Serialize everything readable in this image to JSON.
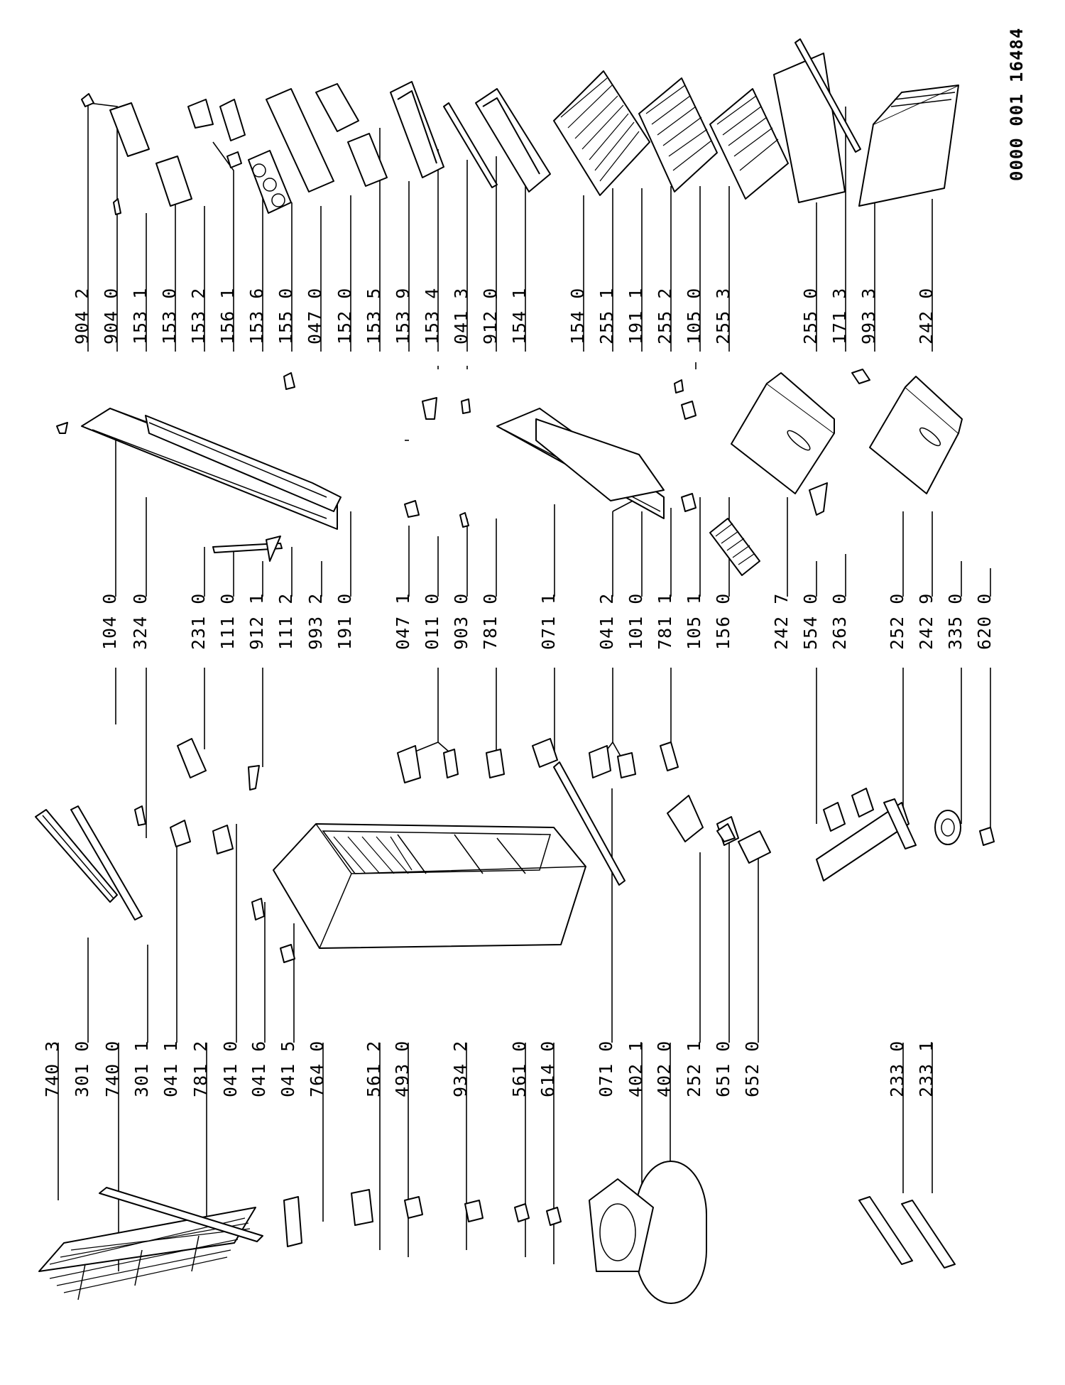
{
  "document_id": "0000 001 16484",
  "label_columns": [
    [
      "740 3",
      "301 0",
      "740 0",
      "301 1",
      "041 1",
      "781 2",
      "041 0",
      "041 6",
      "041 5",
      "764 0",
      "561 2",
      "493 0",
      "934 2",
      "561 0",
      "614 0",
      "071 0",
      "402 1",
      "402 0",
      "252 1",
      "651 0",
      "652 0",
      "233 0",
      "233 1"
    ],
    [
      "104 0",
      "324 0",
      "231 0",
      "111 0",
      "912 1",
      "111 2",
      "993 2",
      "191 0",
      "047 1",
      "011 0",
      "903 0",
      "781 0",
      "071 1",
      "041 2",
      "101 0",
      "781 1",
      "105 1",
      "156 0",
      "242 7",
      "554 0",
      "263 0",
      "252 0",
      "242 9",
      "335 0",
      "620 0"
    ],
    [
      "904 2",
      "904 0",
      "153 1",
      "153 0",
      "153 2",
      "156 1",
      "153 6",
      "155 0",
      "047 0",
      "152 0",
      "153 5",
      "153 9",
      "153 4",
      "041 3",
      "912 0",
      "154 1",
      "154 0",
      "255 1",
      "191 1",
      "255 2",
      "105 0",
      "255 3",
      "255 0",
      "171 3",
      "993 3",
      "242 0"
    ]
  ]
}
